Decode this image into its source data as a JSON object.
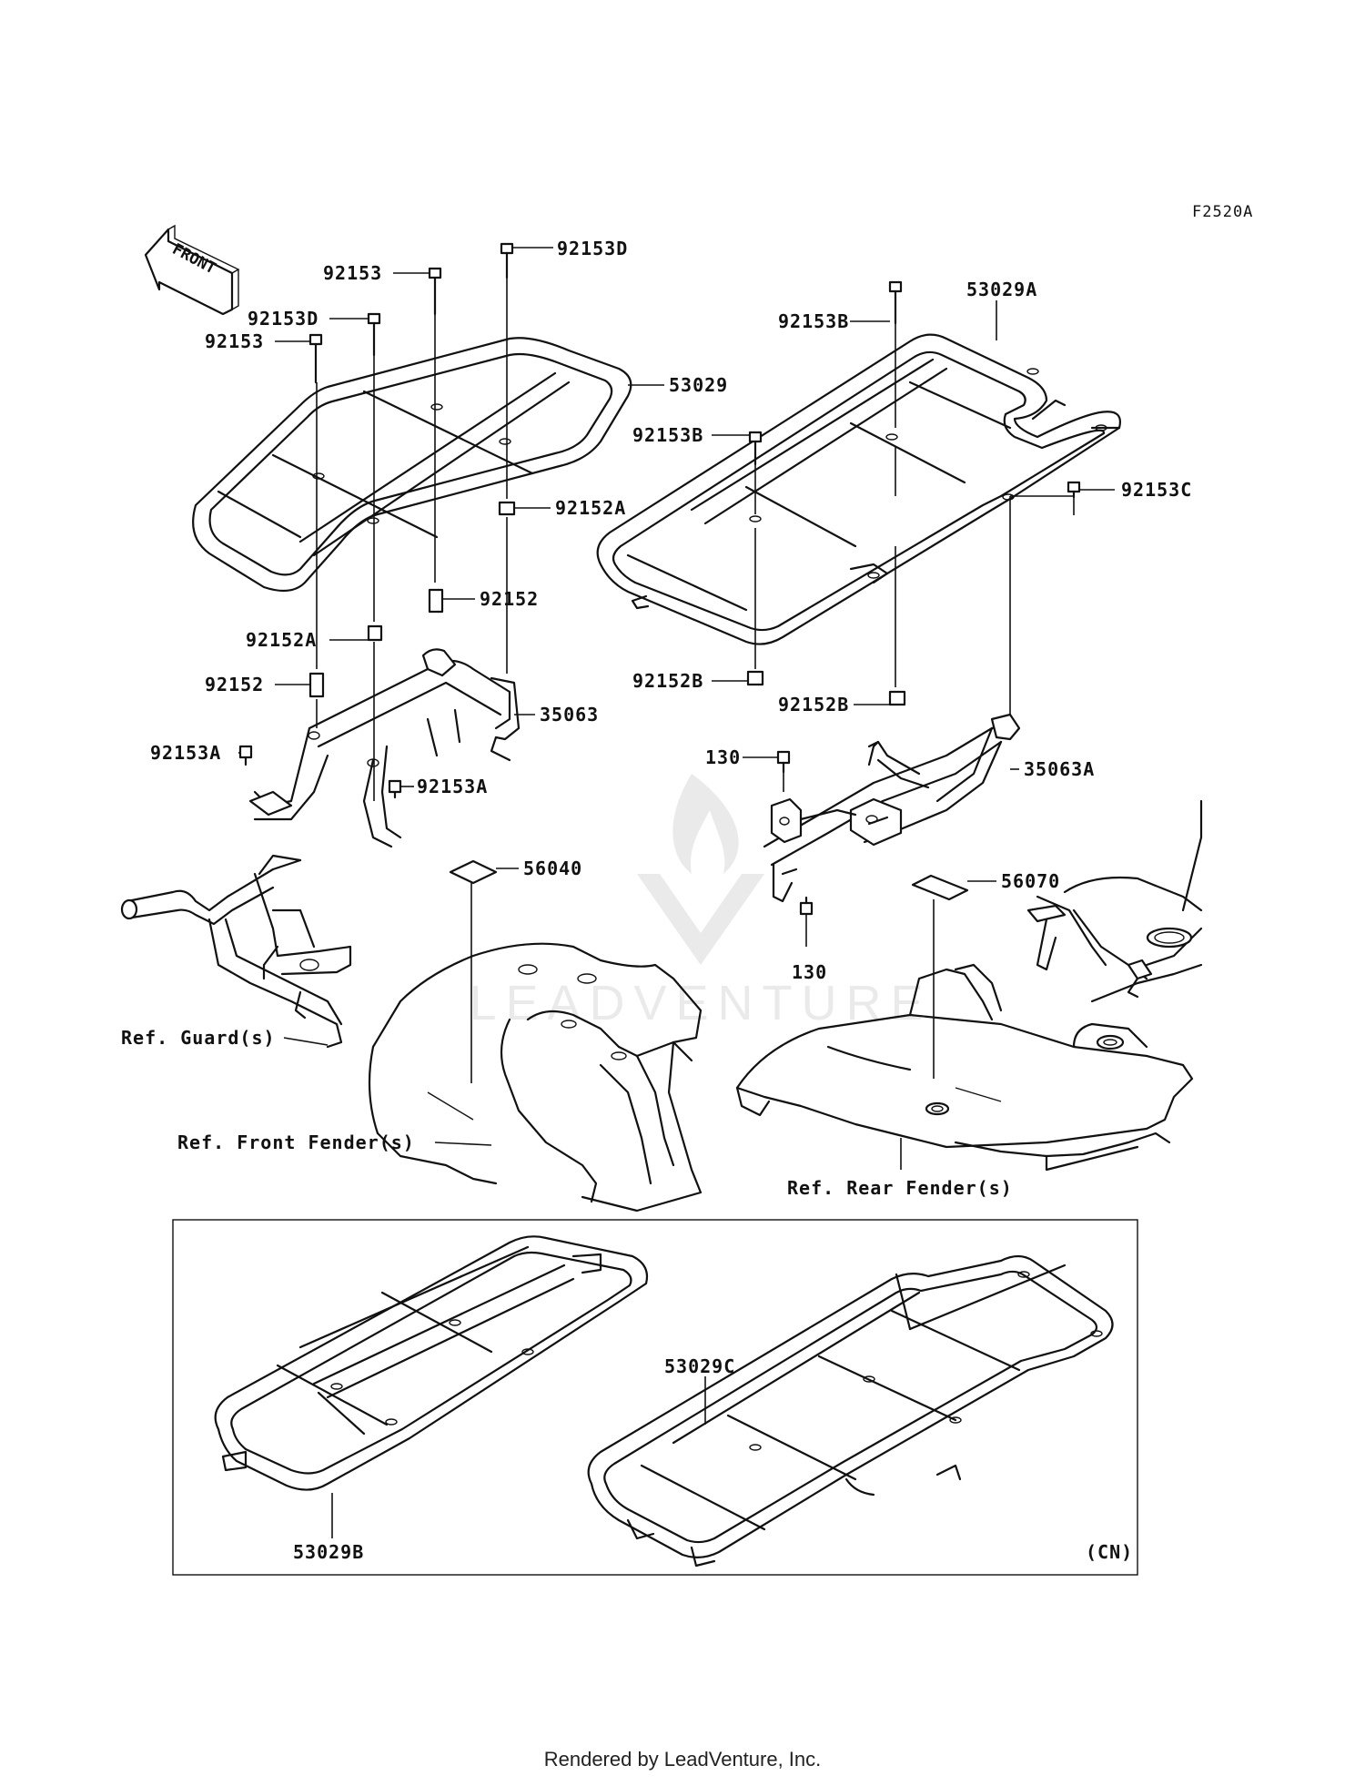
{
  "diagram_code": "F2520A",
  "front_arrow_label": "FRONT",
  "watermark_text": "LEADVENTURE",
  "labels": {
    "p92153D_top": "92153D",
    "p92153_a": "92153",
    "p92153D_b": "92153D",
    "p92153_c": "92153",
    "p53029": "53029",
    "p92152A_r": "92152A",
    "p92152_r": "92152",
    "p92152A_l": "92152A",
    "p92152_l": "92152",
    "p35063": "35063",
    "p92153A_l": "92153A",
    "p92153A_r": "92153A",
    "p56040": "56040",
    "ref_guard": "Ref. Guard(s)",
    "ref_front_fender": "Ref. Front Fender(s)",
    "p53029A": "53029A",
    "p92153B_top": "92153B",
    "p92153B_mid": "92153B",
    "p92153C": "92153C",
    "p92152B_l": "92152B",
    "p92152B_r": "92152B",
    "p130_top": "130",
    "p35063A": "35063A",
    "p56070": "56070",
    "p130_bot": "130",
    "ref_rear_fender": "Ref. Rear Fender(s)",
    "p53029C": "53029C",
    "p53029B": "53029B",
    "region_cn": "(CN)"
  },
  "footer": "Rendered by LeadVenture, Inc."
}
